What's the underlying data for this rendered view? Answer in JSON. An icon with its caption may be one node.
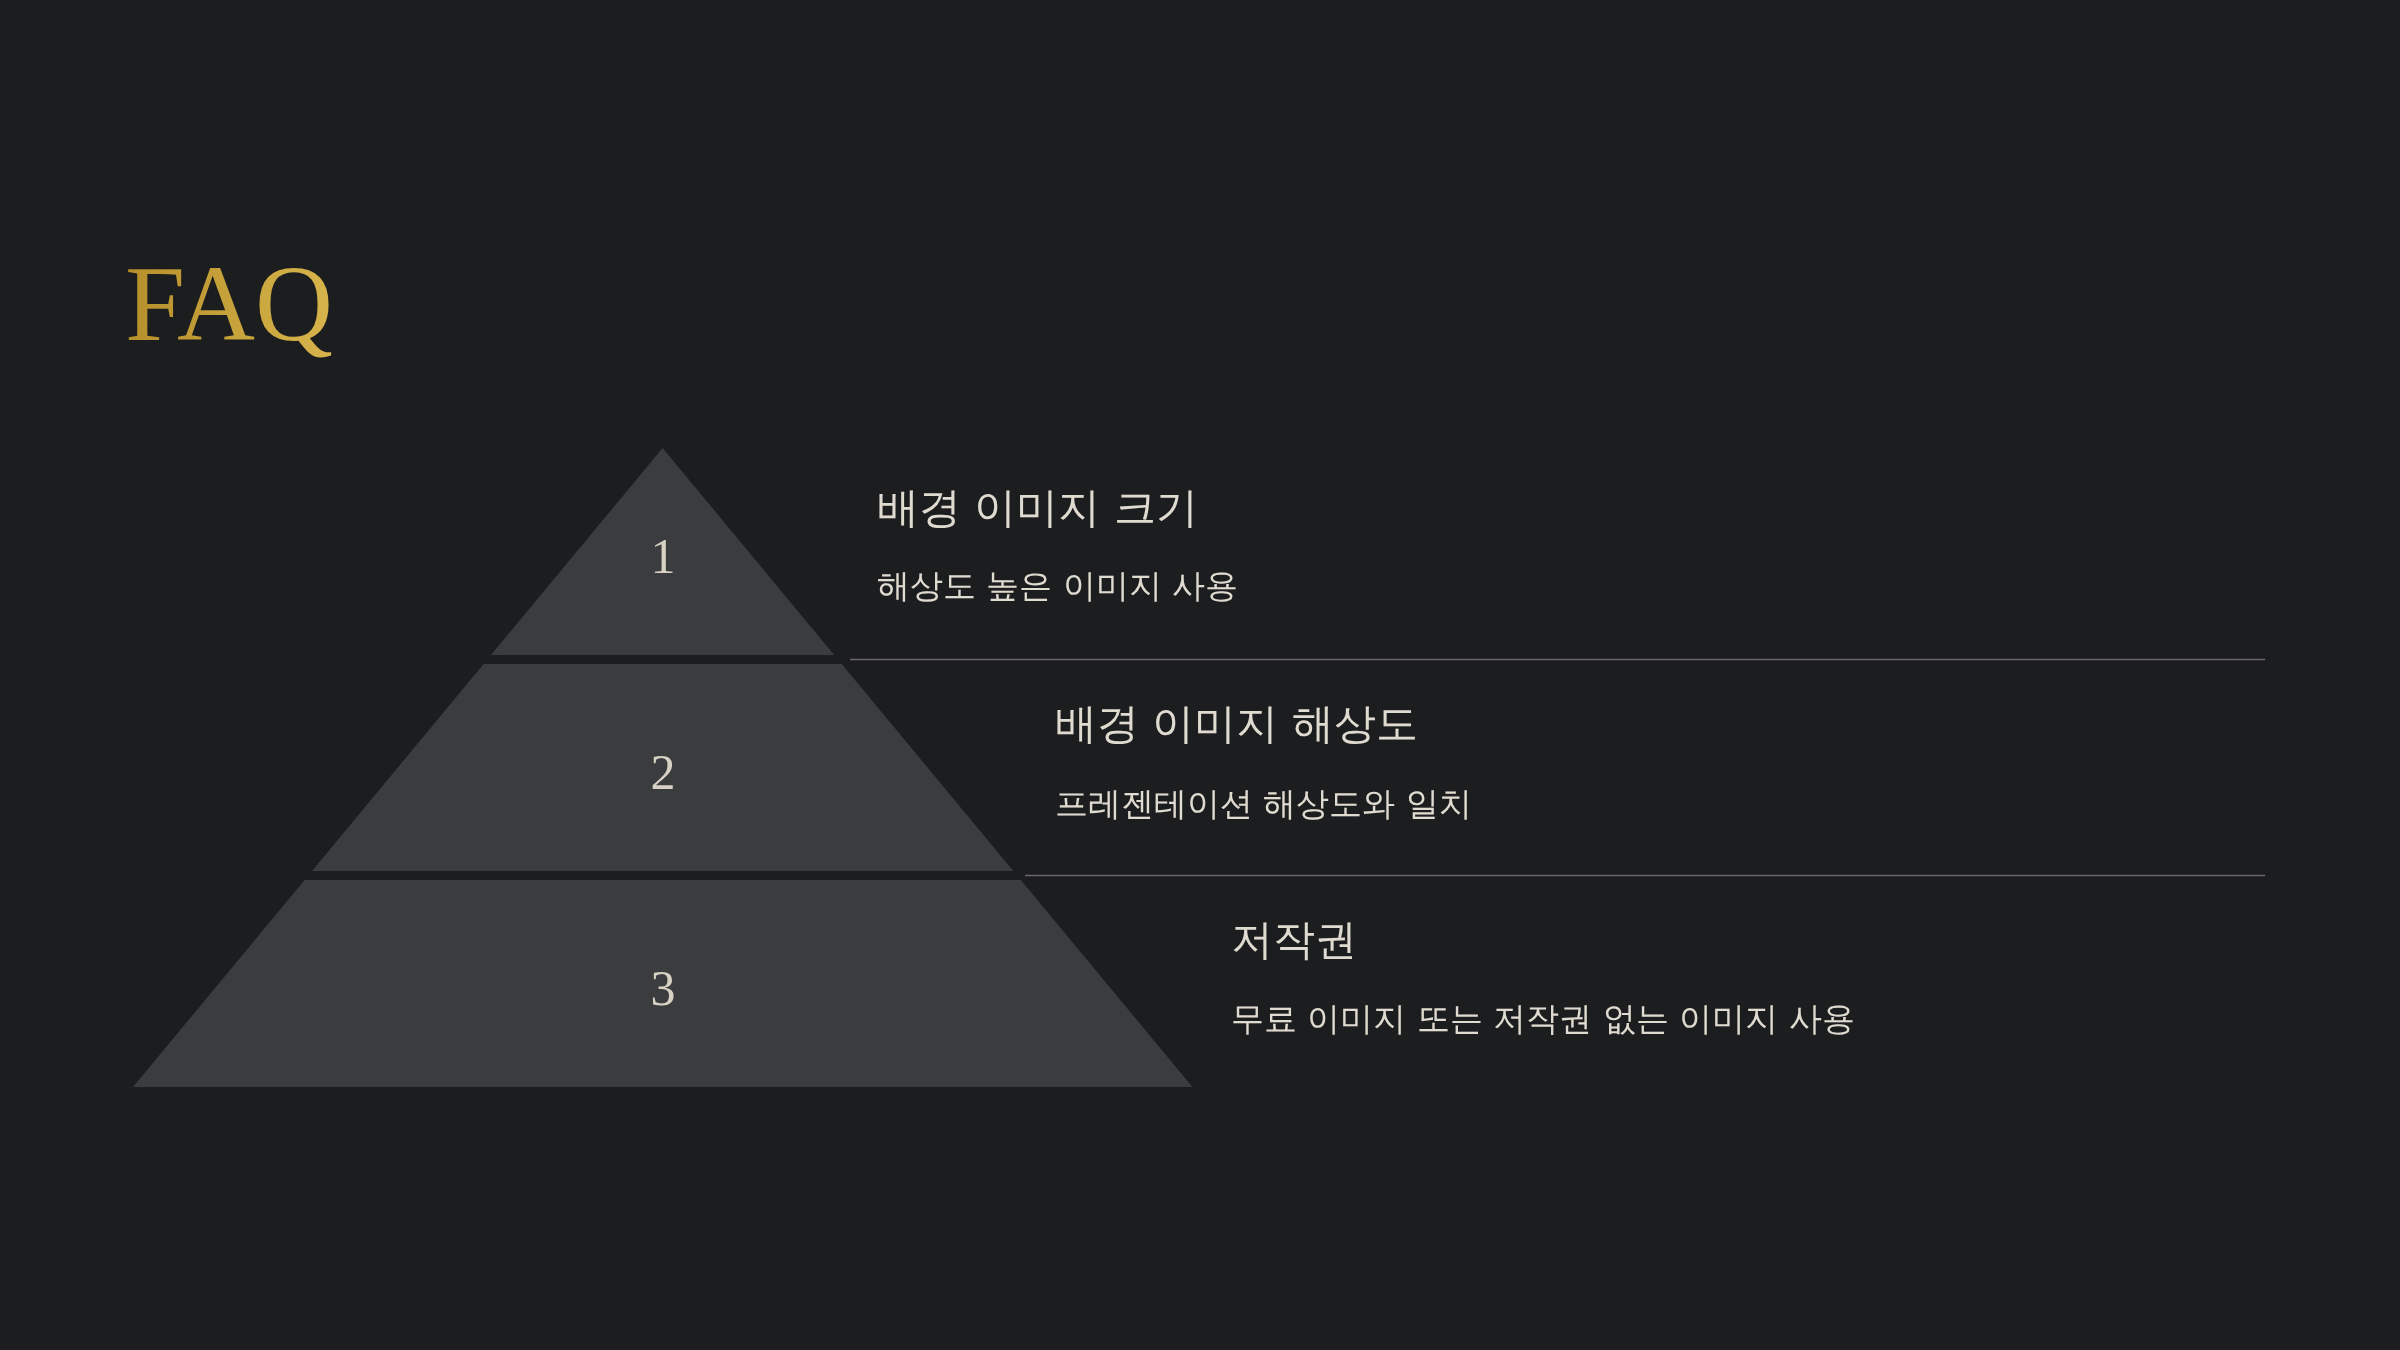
{
  "diagram": {
    "title": "FAQ",
    "nodes": [
      {
        "text": [
          "1"
        ],
        "beside": [
          "배경 이미지 크기",
          "해상도 높은 이미지 사용"
        ]
      },
      {
        "text": [
          "2"
        ],
        "beside": [
          "배경 이미지 해상도",
          "프레젠테이션 해상도와 일치"
        ]
      },
      {
        "text": [
          "3"
        ],
        "beside": [
          "저작권",
          "무료 이미지 또는 저작권 없는 이미지 사용"
        ]
      }
    ]
  }
}
